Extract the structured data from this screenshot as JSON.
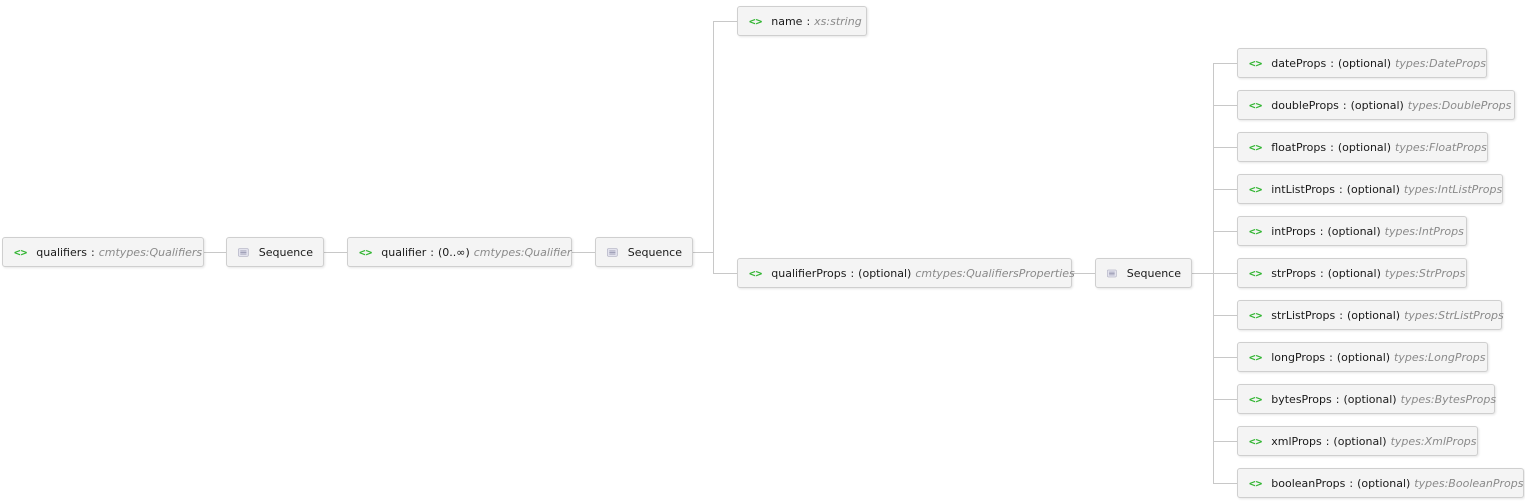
{
  "nodes": {
    "qualifiers": {
      "name": "qualifiers",
      "sep": ":",
      "type": "cmtypes:Qualifiers"
    },
    "seq1": {
      "label": "Sequence"
    },
    "qualifier": {
      "name": "qualifier",
      "sep": ":",
      "occurrence": "(0..∞)",
      "type": "cmtypes:Qualifier"
    },
    "seq2": {
      "label": "Sequence"
    },
    "name": {
      "name": "name",
      "sep": ":",
      "type": "xs:string"
    },
    "qualifierProps": {
      "name": "qualifierProps",
      "sep": ":",
      "occurrence": "(optional)",
      "type": "cmtypes:QualifiersProperties"
    },
    "seq3": {
      "label": "Sequence"
    }
  },
  "children": [
    {
      "name": "dateProps",
      "sep": ":",
      "occurrence": "(optional)",
      "type": "types:DateProps"
    },
    {
      "name": "doubleProps",
      "sep": ":",
      "occurrence": "(optional)",
      "type": "types:DoubleProps"
    },
    {
      "name": "floatProps",
      "sep": ":",
      "occurrence": "(optional)",
      "type": "types:FloatProps"
    },
    {
      "name": "intListProps",
      "sep": ":",
      "occurrence": "(optional)",
      "type": "types:IntListProps"
    },
    {
      "name": "intProps",
      "sep": ":",
      "occurrence": "(optional)",
      "type": "types:IntProps"
    },
    {
      "name": "strProps",
      "sep": ":",
      "occurrence": "(optional)",
      "type": "types:StrProps"
    },
    {
      "name": "strListProps",
      "sep": ":",
      "occurrence": "(optional)",
      "type": "types:StrListProps"
    },
    {
      "name": "longProps",
      "sep": ":",
      "occurrence": "(optional)",
      "type": "types:LongProps"
    },
    {
      "name": "bytesProps",
      "sep": ":",
      "occurrence": "(optional)",
      "type": "types:BytesProps"
    },
    {
      "name": "xmlProps",
      "sep": ":",
      "occurrence": "(optional)",
      "type": "types:XmlProps"
    },
    {
      "name": "booleanProps",
      "sep": ":",
      "occurrence": "(optional)",
      "type": "types:BooleanProps"
    }
  ],
  "icons": {
    "element": "element-icon",
    "sequence": "sequence-icon",
    "element_glyph": "<>"
  },
  "colors": {
    "element_icon": "#2fb42f",
    "type_text": "#8a8a8a",
    "node_bg": "#f4f4f4",
    "node_border": "#cfcfcf",
    "connector": "#c8c8c8"
  }
}
